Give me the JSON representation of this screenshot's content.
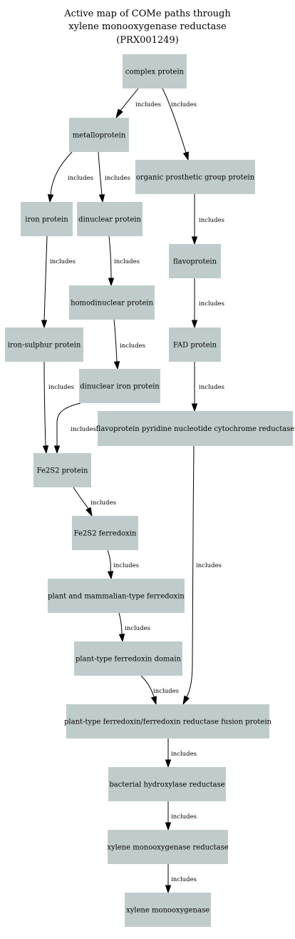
{
  "title": {
    "line1": "Active map of COMe paths through",
    "line2": "xylene monooxygenase reductase",
    "line3": "(PRX001249)"
  },
  "edge_label": "includes",
  "colors": {
    "node_fill": "#c0cccc",
    "edge": "#000000",
    "background": "#ffffff"
  },
  "nodes": [
    {
      "id": "complex_protein",
      "label": "complex protein"
    },
    {
      "id": "metalloprotein",
      "label": "metalloprotein"
    },
    {
      "id": "organic_prosthetic",
      "label": "organic prosthetic group protein"
    },
    {
      "id": "iron_protein",
      "label": "iron protein"
    },
    {
      "id": "dinuclear_protein",
      "label": "dinuclear protein"
    },
    {
      "id": "flavoprotein",
      "label": "flavoprotein"
    },
    {
      "id": "homodinuclear_protein",
      "label": "homodinuclear protein"
    },
    {
      "id": "iron_sulphur_protein",
      "label": "iron-sulphur protein"
    },
    {
      "id": "fad_protein",
      "label": "FAD protein"
    },
    {
      "id": "dinuclear_iron_protein",
      "label": "dinuclear iron protein"
    },
    {
      "id": "flavoprotein_pyridine",
      "label": "flavoprotein pyridine nucleotide cytochrome reductase"
    },
    {
      "id": "fe2s2_protein",
      "label": "Fe2S2 protein"
    },
    {
      "id": "fe2s2_ferredoxin",
      "label": "Fe2S2 ferredoxin"
    },
    {
      "id": "plant_mammalian_ferredoxin",
      "label": "plant and mammalian-type ferredoxin"
    },
    {
      "id": "plant_type_domain",
      "label": "plant-type ferredoxin domain"
    },
    {
      "id": "fusion_protein",
      "label": "plant-type ferredoxin/ferredoxin reductase fusion protein"
    },
    {
      "id": "bacterial_hydroxylase",
      "label": "bacterial hydroxylase reductase"
    },
    {
      "id": "xylene_mono_reductase",
      "label": "xylene monooxygenase reductase"
    },
    {
      "id": "xylene_mono",
      "label": "xylene monooxygenase"
    }
  ],
  "edges": [
    {
      "from": "complex_protein",
      "to": "metalloprotein"
    },
    {
      "from": "complex_protein",
      "to": "organic_prosthetic"
    },
    {
      "from": "metalloprotein",
      "to": "iron_protein"
    },
    {
      "from": "metalloprotein",
      "to": "dinuclear_protein"
    },
    {
      "from": "organic_prosthetic",
      "to": "flavoprotein"
    },
    {
      "from": "iron_protein",
      "to": "iron_sulphur_protein"
    },
    {
      "from": "dinuclear_protein",
      "to": "homodinuclear_protein"
    },
    {
      "from": "flavoprotein",
      "to": "fad_protein"
    },
    {
      "from": "homodinuclear_protein",
      "to": "dinuclear_iron_protein"
    },
    {
      "from": "iron_sulphur_protein",
      "to": "fe2s2_protein"
    },
    {
      "from": "fad_protein",
      "to": "flavoprotein_pyridine"
    },
    {
      "from": "dinuclear_iron_protein",
      "to": "fe2s2_protein"
    },
    {
      "from": "fe2s2_protein",
      "to": "fe2s2_ferredoxin"
    },
    {
      "from": "fe2s2_ferredoxin",
      "to": "plant_mammalian_ferredoxin"
    },
    {
      "from": "plant_mammalian_ferredoxin",
      "to": "plant_type_domain"
    },
    {
      "from": "plant_type_domain",
      "to": "fusion_protein"
    },
    {
      "from": "flavoprotein_pyridine",
      "to": "fusion_protein"
    },
    {
      "from": "fusion_protein",
      "to": "bacterial_hydroxylase"
    },
    {
      "from": "bacterial_hydroxylase",
      "to": "xylene_mono_reductase"
    },
    {
      "from": "xylene_mono_reductase",
      "to": "xylene_mono"
    }
  ]
}
